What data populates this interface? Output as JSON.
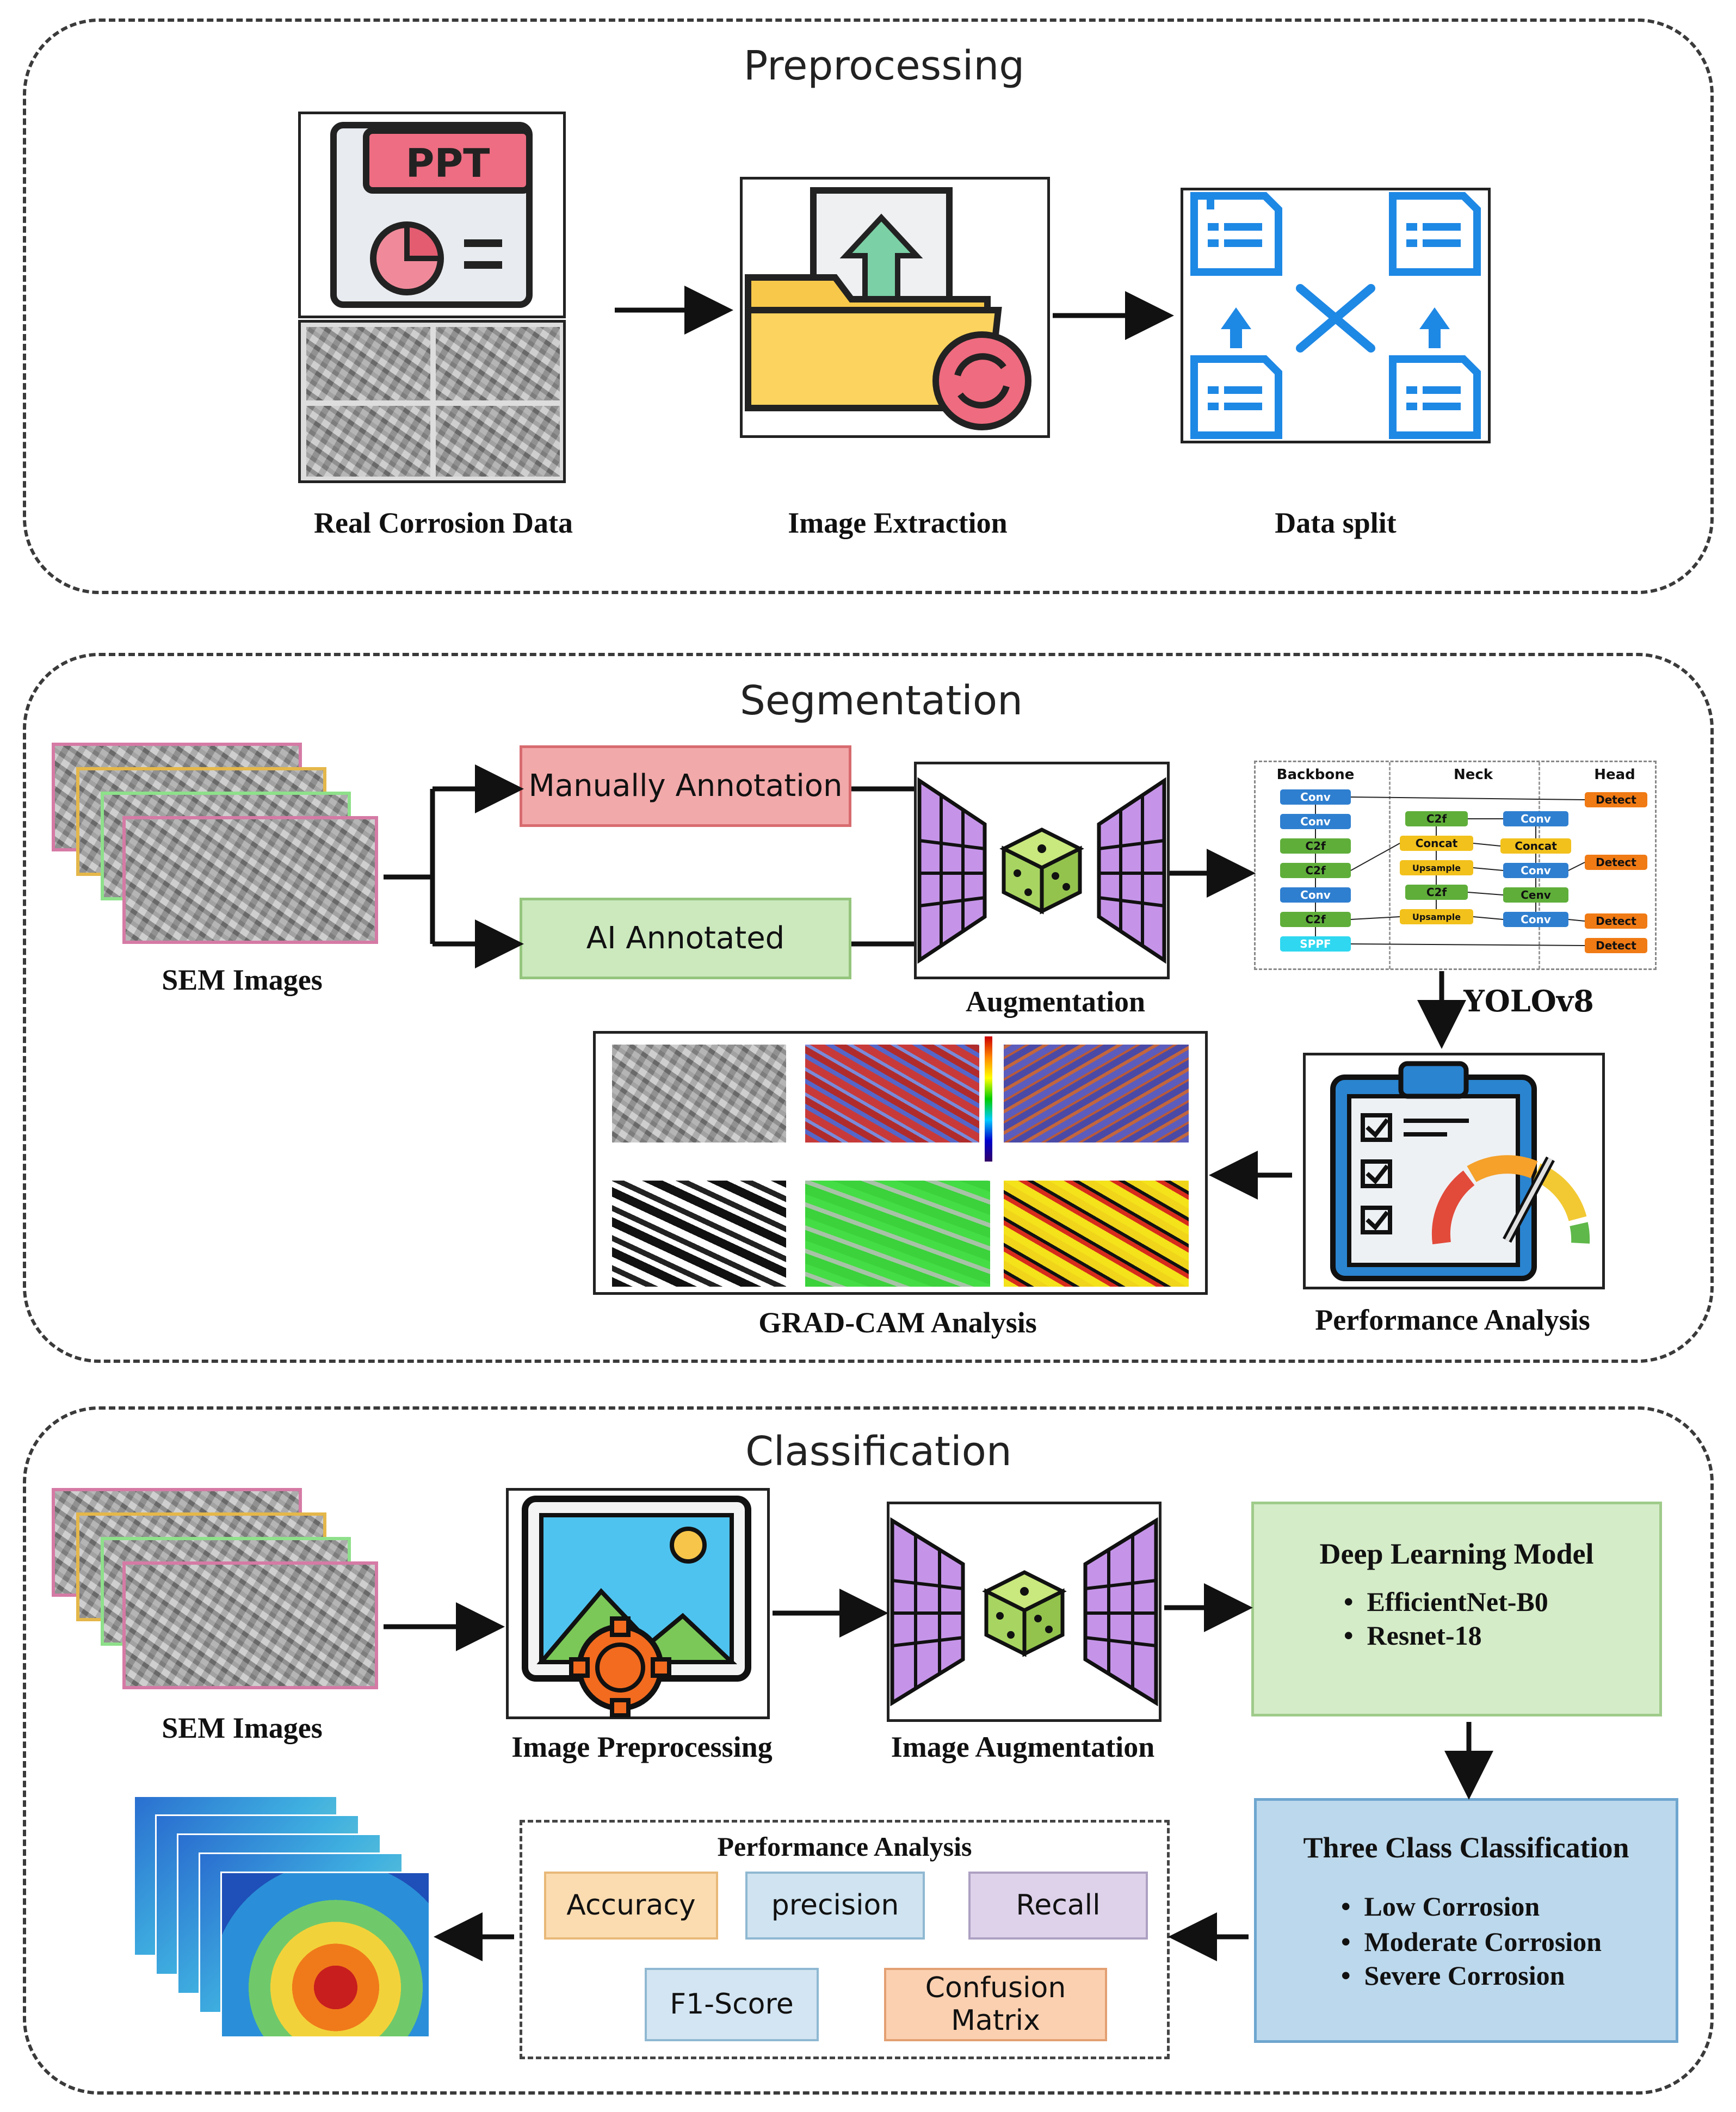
{
  "stages": {
    "preprocessing": {
      "title": "Preprocessing",
      "ppt_label": "PPT",
      "real_corrosion_label": "Real Corrosion Data",
      "image_extraction_label": "Image Extraction",
      "data_split_label": "Data split"
    },
    "segmentation": {
      "title": "Segmentation",
      "sem_images_label": "SEM Images",
      "manual_annotation": "Manually Annotation",
      "ai_annotated": "AI Annotated",
      "augmentation_label": "Augmentation",
      "yolo_label": "YOLOv8",
      "gradcam_label": "GRAD-CAM Analysis",
      "performance_label": "Performance Analysis",
      "yolo": {
        "backbone": "Backbone",
        "neck": "Neck",
        "head": "Head",
        "backbone_blocks": [
          "Conv",
          "Conv",
          "C2f",
          "C2f",
          "Conv",
          "C2f",
          "SPPF"
        ],
        "neck_left": [
          "C2f",
          "Concat",
          "Upsample",
          "C2f",
          "Upsample"
        ],
        "neck_right": [
          "Conv",
          "Concat",
          "Conv",
          "Cenv",
          "Conv"
        ],
        "detect": [
          "Detect",
          "Detect",
          "Detect",
          "Detect"
        ]
      }
    },
    "classification": {
      "title": "Classification",
      "sem_images_label": "SEM Images",
      "preprocessing_label": "Image Preprocessing",
      "augmentation_label": "Image Augmentation",
      "dl_model_title": "Deep Learning Model",
      "dl_models": [
        "EfficientNet-B0",
        "Resnet-18"
      ],
      "three_class_title": "Three Class Classification",
      "classes": [
        "Low Corrosion",
        "Moderate Corrosion",
        "Severe Corrosion"
      ],
      "perf_title": "Performance Analysis",
      "metrics": {
        "accuracy": "Accuracy",
        "precision": "precision",
        "recall": "Recall",
        "f1": "F1-Score",
        "confusion": "Confusion Matrix"
      }
    }
  },
  "colors": {
    "red_box": "#f2a9aa",
    "green_box": "#cbe9bd",
    "dl_box": "#d5ecc8",
    "class_box": "#bcd8ec",
    "accuracy": "#fbdcb0",
    "precision": "#cfe3f0",
    "recall": "#ded2ea",
    "f1": "#d3e5f2",
    "confusion": "#fbd0b0",
    "split_blue": "#1e88e5",
    "purple_grid": "#c594e8"
  },
  "icons": [
    "ppt-icon",
    "folder-extract-icon",
    "data-split-icon",
    "funnel-grid-icon",
    "dice-icon",
    "clipboard-gauge-icon",
    "image-gear-icon"
  ]
}
